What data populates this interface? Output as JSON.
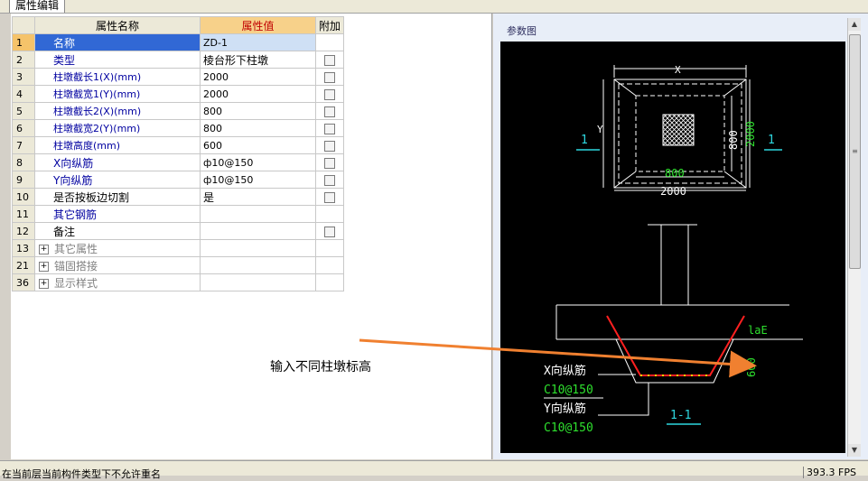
{
  "tab": {
    "label": "属性编辑"
  },
  "grid": {
    "headers": {
      "name": "属性名称",
      "value": "属性值",
      "extra": "附加"
    },
    "rows": [
      {
        "num": "1",
        "name": "名称",
        "value": "ZD-1",
        "check": false
      },
      {
        "num": "2",
        "name": "类型",
        "value": "棱台形下柱墩",
        "check": true
      },
      {
        "num": "3",
        "name": "柱墩截长1(X)(mm)",
        "value": "2000",
        "check": true
      },
      {
        "num": "4",
        "name": "柱墩截宽1(Y)(mm)",
        "value": "2000",
        "check": true
      },
      {
        "num": "5",
        "name": "柱墩截长2(X)(mm)",
        "value": "800",
        "check": true
      },
      {
        "num": "6",
        "name": "柱墩截宽2(Y)(mm)",
        "value": "800",
        "check": true
      },
      {
        "num": "7",
        "name": "柱墩高度(mm)",
        "value": "600",
        "check": true
      },
      {
        "num": "8",
        "name": "X向纵筋",
        "value": "ф10@150",
        "check": true
      },
      {
        "num": "9",
        "name": "Y向纵筋",
        "value": "ф10@150",
        "check": true
      },
      {
        "num": "10",
        "name": "是否按板边切割",
        "value": "是",
        "check": true
      },
      {
        "num": "11",
        "name": "其它钢筋",
        "value": "",
        "check": false
      },
      {
        "num": "12",
        "name": "备注",
        "value": "",
        "check": true
      },
      {
        "num": "13",
        "name": "其它属性",
        "value": "",
        "check": false
      },
      {
        "num": "21",
        "name": "锚固搭接",
        "value": "",
        "check": false
      },
      {
        "num": "36",
        "name": "显示样式",
        "value": "",
        "check": false
      }
    ]
  },
  "panel": {
    "title": "参数图"
  },
  "drawing": {
    "x_label": "X",
    "y_label": "Y",
    "dim_800_h": "800",
    "dim_2000_h": "2000",
    "dim_800_v": "800",
    "dim_2000_v": "2000",
    "section_mark": "1",
    "lae": "laE",
    "dim_600": "600",
    "x_rebar": "X向纵筋",
    "x_rebar_val": "C10@150",
    "y_rebar": "Y向纵筋",
    "y_rebar_val": "C10@150",
    "section_title": "1-1"
  },
  "annotation": {
    "text": "输入不同柱墩标高"
  },
  "status": {
    "message": "在当前层当前构件类型下不允许重名",
    "fps": "393.3 FPS"
  }
}
